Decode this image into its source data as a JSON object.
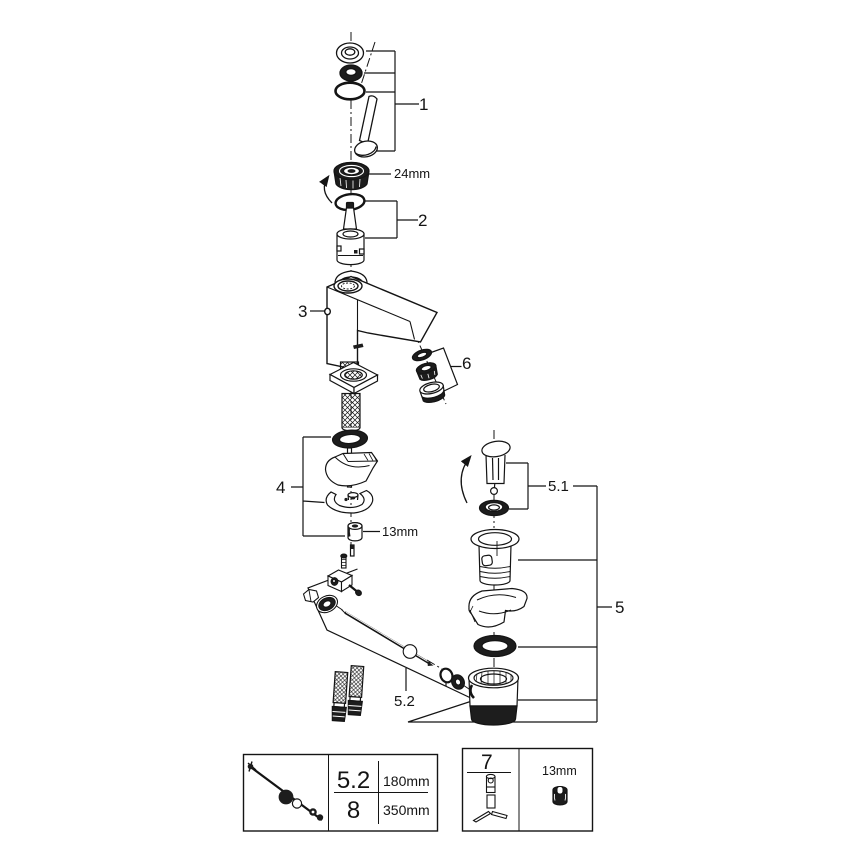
{
  "colors": {
    "line": "#141414",
    "background": "#ffffff",
    "fill_dark": "#1d1d1d"
  },
  "diagram": {
    "callouts": {
      "c1": "1",
      "c2": "2",
      "c3": "3",
      "c4": "4",
      "c5": "5",
      "c51": "5.1",
      "c52": "5.2",
      "c6": "6"
    },
    "dimensions": {
      "handle_nut": "24mm",
      "mounting_nut": "13mm"
    }
  },
  "legend": {
    "rows": [
      {
        "ref": "5.2",
        "length": "180mm"
      },
      {
        "ref": "8",
        "length": "350mm"
      }
    ]
  },
  "toolbox": {
    "ref": "7",
    "size": "13mm"
  }
}
